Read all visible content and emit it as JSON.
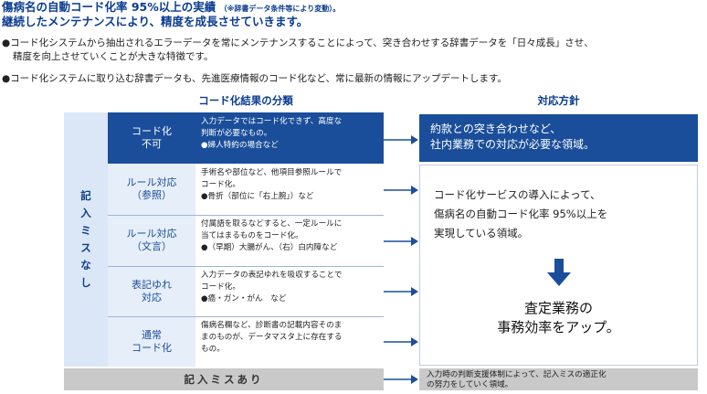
{
  "header": {
    "line1_main": "傷病名の自動コード化率 95%以上の実績",
    "line1_note": "（※辞書データ条件等により変動）。",
    "line2": "継続したメンテナンスにより、精度を成長させていきます。"
  },
  "bullets": [
    {
      "line1": "●コード化システムから抽出されるエラーデータを常にメンテナンスすることによって、突き合わせする辞書データを「日々成長」させ、",
      "line2": "精度を向上させていくことが大きな特徴です。"
    },
    {
      "line1": "●コード化システムに取り込む辞書データも、先進医療情報のコード化など、常に最新の情報にアップデートします。",
      "line2": ""
    }
  ],
  "left_heading": "コード化結果の分類",
  "right_heading": "対応方針",
  "side_label": "記入ミスなし",
  "categories": [
    {
      "label": "コード化\n不可",
      "desc": "入力データではコード化できず、高度な\n判断が必要なもの。\n●婦人特約の場合など"
    },
    {
      "label": "ルール対応\n（参照）",
      "desc": "手術名や部位など、他項目参照ルールで\nコード化。\n●骨折（部位に「右上腕」）など"
    },
    {
      "label": "ルール対応\n（文言）",
      "desc": "付属語を取るなどすると、一定ルールに\n当てはまるものをコード化。\n●（早期）大腸がん、（右）白内障など"
    },
    {
      "label": "表記ゆれ\n対応",
      "desc": "入力データの表記ゆれを吸収することで\nコード化。\n●癌・ガン・がん　など"
    },
    {
      "label": "通常\nコード化",
      "desc": "傷病名欄など、診断書の記載内容そのま\nまのものが、データマスタ上に存在する\nもの。"
    }
  ],
  "bottom_left": "記入ミスあり",
  "right_top": "約款との突き合わせなど、\n社内業務での対応が必要な領域。",
  "right_mid_text": "コード化サービスの導入によって、\n傷病名の自動コード化率 95%以上を\n実現している領域。",
  "right_mid_big": "査定業務の\n事務効率をアップ。",
  "right_bottom": "入力時の判断支援体制によって、記入ミスの適正化\nの努力をしていく領域。",
  "colors": {
    "dark_blue": "#1a4e9a",
    "light_blue": "#e6eef9",
    "heading_blue": "#0a3d8f",
    "gray": "#c9c9c9"
  }
}
